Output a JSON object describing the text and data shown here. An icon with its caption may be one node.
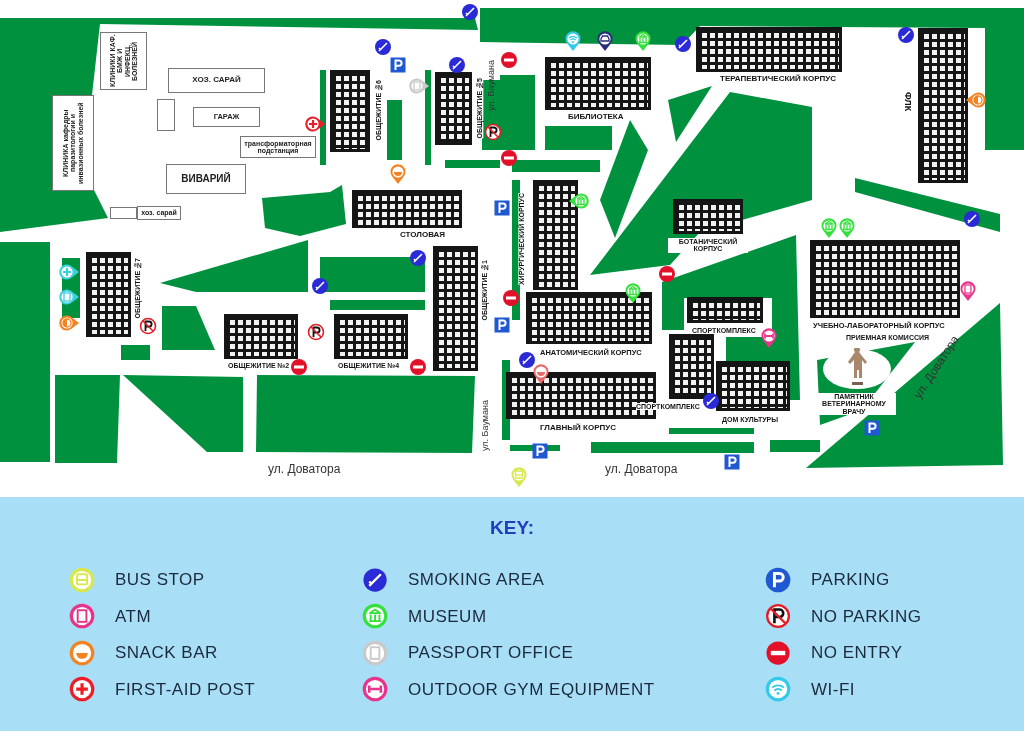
{
  "diagram": {
    "nodes": [
      {
        "text": [
          "КЛИНИКИ КАФ. БМЖ И ИНФЕКЦ. БОЛЕЗНЕЙ"
        ]
      },
      {
        "text": [
          "КЛИНИКА кафедры паразитологии и инвазионных болезней"
        ]
      },
      {
        "text": [
          "ХОЗ. САРАЙ"
        ]
      },
      {
        "text": [],
        "shape": "box"
      },
      {
        "text": [
          "ГАРАЖ"
        ]
      },
      {
        "text": [
          "трансформаторная подстанция"
        ]
      },
      {
        "text": [
          "ВИВАРИЙ"
        ]
      },
      {
        "text": [],
        "shape": "box"
      },
      {
        "text": [
          "хоз. сарай"
        ]
      },
      {
        "text": [
          "ОБЩЕЖИТИЕ №6"
        ]
      },
      {
        "text": [
          "ОБЩЕЖИТИЕ №5"
        ]
      },
      {
        "text": [
          "СТОЛОВАЯ"
        ]
      },
      {
        "text": [
          "БИБЛИОТЕКА"
        ]
      },
      {
        "text": [
          "ТЕРАПЕВТИЧЕСКИЙ КОРПУС"
        ]
      },
      {
        "text": [
          "ФЛК"
        ]
      },
      {
        "text": [
          "ХИРУРГИЧЕСКИЙ КОРПУС"
        ]
      },
      {
        "text": [
          "БОТАНИЧЕСКИЙ КОРПУС"
        ]
      },
      {
        "text": [
          "ОБЩЕЖИТИЕ №7"
        ]
      },
      {
        "text": [
          "ОБЩЕЖИТИЕ №1"
        ]
      },
      {
        "text": [
          "ОБЩЕЖИТИЕ №2"
        ]
      },
      {
        "text": [
          "ОБЩЕЖИТИЕ №4"
        ]
      },
      {
        "text": [
          "АНАТОМИЧЕСКИЙ КОРПУС"
        ]
      },
      {
        "text": [
          "СПОРТКОМПЛЕКС"
        ]
      },
      {
        "text": [
          "ГЛАВНЫЙ КОРПУС"
        ]
      },
      {
        "text": [
          "СПОРТКОМПЛЕКС"
        ]
      },
      {
        "text": [
          "ДОМ КУЛЬТУРЫ"
        ]
      },
      {
        "text": [
          "УЧЕБНО-ЛАБОРАТОРНЫЙ КОРПУС",
          "ПРИЕМНАЯ КОМИССИЯ"
        ]
      },
      {
        "text": [
          "ПАМЯТНИК ВЕТЕРИНАРНОМУ ВРАЧУ"
        ]
      }
    ],
    "labels": [
      "ул. Баумана",
      "ул. Баумана",
      "ул. Доватора",
      "ул. Доватора",
      "ул. Доватора",
      "KEY:"
    ],
    "legend": [
      {
        "text": "BUS STOP"
      },
      {
        "text": "SMOKING AREA"
      },
      {
        "text": "PARKING"
      },
      {
        "text": "ATM"
      },
      {
        "text": "MUSEUM"
      },
      {
        "text": "NO PARKING"
      },
      {
        "text": "SNACK BAR"
      },
      {
        "text": "PASSPORT OFFICE"
      },
      {
        "text": "NO ENTRY"
      },
      {
        "text": "FIRST-AID POST"
      },
      {
        "text": "OUTDOOR GYM EQUIPMENT"
      },
      {
        "text": "WI-FI"
      }
    ]
  }
}
